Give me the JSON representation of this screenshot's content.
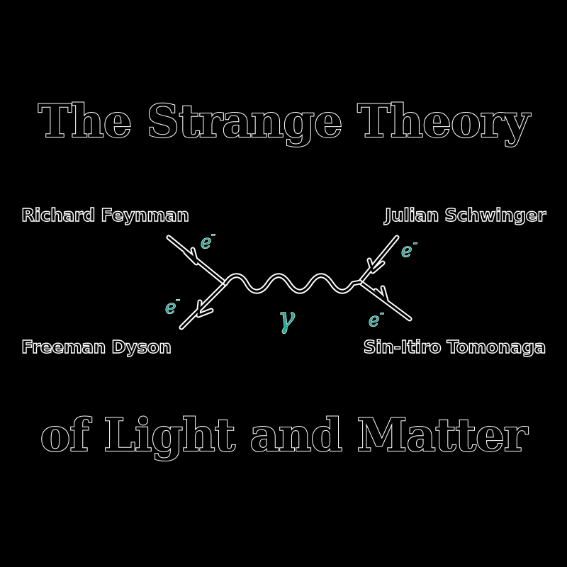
{
  "title": {
    "line1": "The Strange Theory",
    "line2": "of Light and Matter"
  },
  "names": {
    "top_left": "Richard Feynman",
    "top_right": "Julian Schwinger",
    "bottom_left": "Freeman Dyson",
    "bottom_right": "Sin-Itiro Tomonaga"
  },
  "diagram": {
    "electron_label": "e",
    "electron_charge": "-",
    "photon_label": "γ",
    "label_color": "#2aa89a",
    "line_color": "#ffffff"
  }
}
